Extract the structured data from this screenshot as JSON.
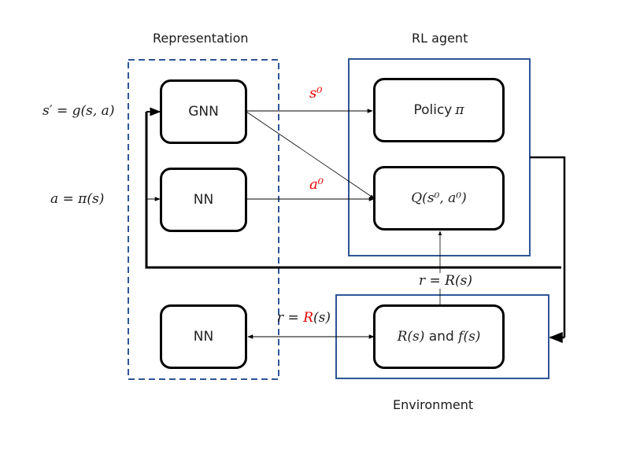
{
  "titles": {
    "representation": "Representation",
    "rl_agent": "RL agent",
    "environment": "Environment"
  },
  "nodes": {
    "gnn": "GNN",
    "nn_action": "NN",
    "nn_reward": "NN",
    "policy_text": "Policy ",
    "policy_symbol": "π",
    "q_function": "Q(s⁰, a⁰)",
    "env_r": "R(s)",
    "env_and": " and ",
    "env_f": "f(s)"
  },
  "inputs": {
    "state_transition": "s′ = g(s, a)",
    "action": "a = π(s)"
  },
  "edge_labels": {
    "s0": "s⁰",
    "a0": "a⁰",
    "reward_up": "r = R(s)",
    "reward_left_prefix": "r = ",
    "reward_left_R": "R",
    "reward_left_suffix": "(s)"
  },
  "colors": {
    "container_border": "#2f5597",
    "node_border": "#000000",
    "highlight": "#e60000"
  }
}
